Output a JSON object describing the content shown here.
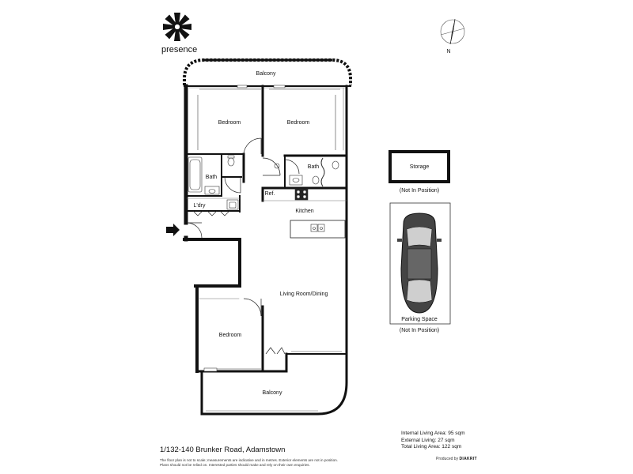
{
  "brand": {
    "name": "presence"
  },
  "compass": {
    "label": "N"
  },
  "rooms": {
    "balcony_top": "Balcony",
    "bedroom_1": "Bedroom",
    "bedroom_2": "Bedroom",
    "bath_1": "Bath",
    "bath_2": "Bath",
    "ref": "Ref.",
    "laundry": "L'dry",
    "kitchen": "Kitchen",
    "living": "Living Room/Dining",
    "bedroom_3": "Bedroom",
    "balcony_bottom": "Balcony"
  },
  "storage": {
    "label": "Storage",
    "note": "(Not In Position)"
  },
  "parking": {
    "label": "Parking Space",
    "note": "(Not In Position)"
  },
  "address": "1/132-140 Brunker Road, Adamstown",
  "disclaimer": [
    "The floor plan is not to scale; measurements are indicative and in metres. Exterior elements are not in position.",
    "Plans should not be relied on. Interested parties should make and rely on their own enquiries."
  ],
  "areas": [
    "Internal Living Area: 95 sqm",
    "External Living: 27 sqm",
    "Total Living Area: 122 sqm"
  ],
  "produced_by": {
    "prefix": "Produced by",
    "brand": "DIAKRIT"
  }
}
